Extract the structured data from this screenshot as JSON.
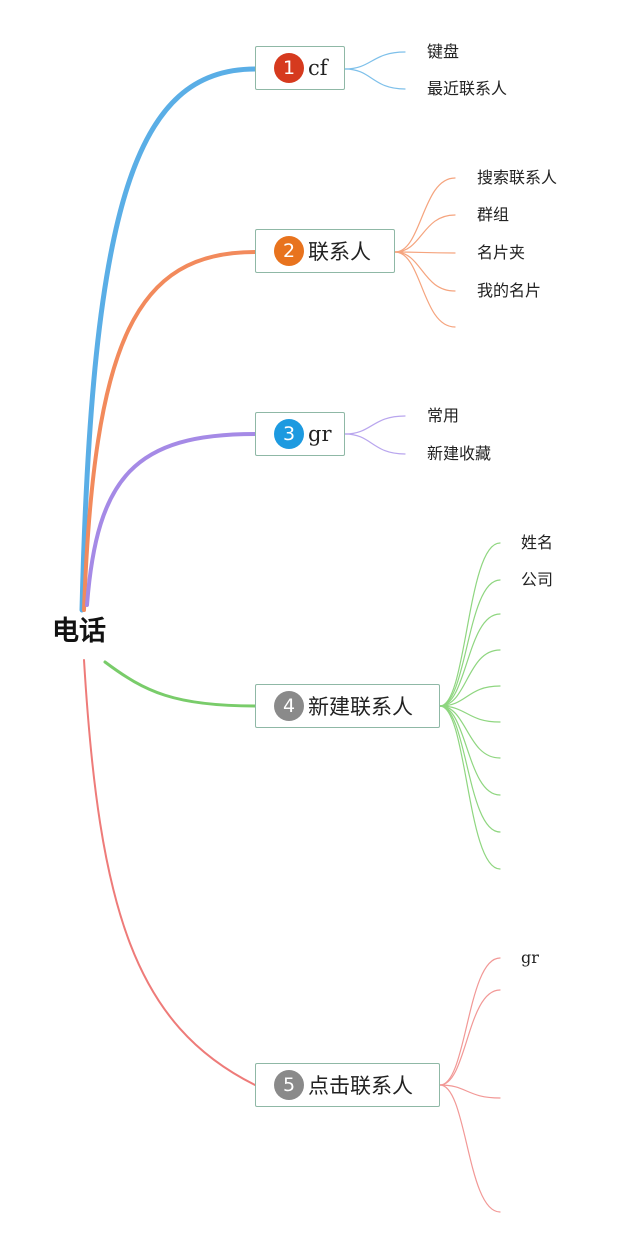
{
  "root": {
    "label": "电话"
  },
  "branches": [
    {
      "number": "1",
      "label": "cf",
      "badge_color": "#d63a1e",
      "line_color": "#5aaee6",
      "sub_color": "#7ec0ea",
      "children": [
        "键盘",
        "最近联系人"
      ]
    },
    {
      "number": "2",
      "label": "联系人",
      "badge_color": "#e8731e",
      "line_color": "#f28a5c",
      "sub_color": "#f5a47e",
      "children": [
        "搜索联系人",
        "群组",
        "名片夹",
        "我的名片",
        ""
      ]
    },
    {
      "number": "3",
      "label": "gr",
      "badge_color": "#1d9ae0",
      "line_color": "#a58ae6",
      "sub_color": "#b9a6ee",
      "children": [
        "常用",
        "新建收藏"
      ]
    },
    {
      "number": "4",
      "label": "新建联系人",
      "badge_color": "#8a8a8a",
      "line_color": "#79cc6a",
      "sub_color": "#8fd680",
      "children": [
        "姓名",
        "公司",
        "",
        "",
        "",
        "",
        "",
        "",
        "",
        ""
      ]
    },
    {
      "number": "5",
      "label": "点击联系人",
      "badge_color": "#8a8a8a",
      "line_color": "#ee7b79",
      "sub_color": "#f29896",
      "children": [
        "gr",
        "",
        "",
        ""
      ]
    }
  ]
}
